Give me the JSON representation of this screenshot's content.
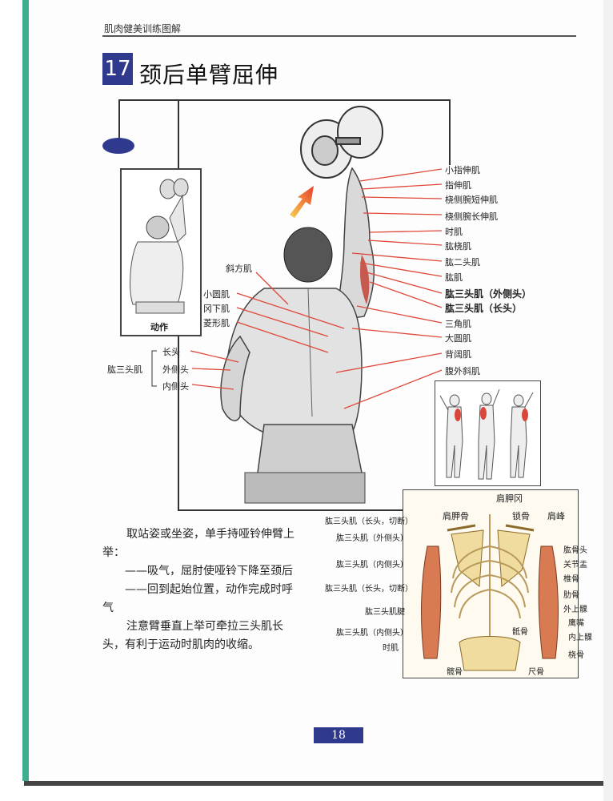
{
  "header": {
    "book_title": "肌肉健美训练图解"
  },
  "exercise": {
    "number": "17",
    "title": "颈后单臂屈伸"
  },
  "thumb": {
    "caption": "动作"
  },
  "muscle_labels_right": [
    "小指伸肌",
    "指伸肌",
    "桡侧腕短伸肌",
    "桡侧腕长伸肌",
    "时肌",
    "肱桡肌",
    "肱二头肌",
    "肱肌",
    "肱三头肌（外侧头）",
    "肱三头肌（长头）",
    "三角肌",
    "大圆肌",
    "背阔肌",
    "腹外斜肌"
  ],
  "muscle_labels_left": [
    "斜方肌",
    "小圆肌",
    "冈下肌",
    "菱形肌"
  ],
  "triceps_group": {
    "name": "肱三头肌",
    "heads": [
      "长头",
      "外侧头",
      "内侧头"
    ]
  },
  "instructions": {
    "lines": [
      "取站姿或坐姿，单手持哑铃伸臂上",
      "举：",
      "——吸气，屈肘使哑铃下降至颈后",
      "——回到起始位置，动作完成时呼",
      "气",
      "注意臂垂直上举可牵拉三头肌长",
      "头，有利于运动时肌肉的收缩。"
    ]
  },
  "anatomy": {
    "top_labels": [
      "肩胛冈",
      "肩胛骨",
      "锁骨",
      "肩峰"
    ],
    "left_labels": [
      "肱三头肌（长头，切断）",
      "肱三头肌（外侧头）",
      "肱三头肌（内侧头）",
      "肱三头肌（长头，切断）",
      "肱三头肌腱",
      "肱三头肌（内侧头）",
      "时肌"
    ],
    "right_labels": [
      "肱骨头",
      "关节盂",
      "椎骨",
      "肋骨",
      "外上髁",
      "鹰嘴",
      "内上髁",
      "桡骨"
    ],
    "bottom_labels": [
      "骶骨",
      "髋骨",
      "尺骨"
    ]
  },
  "page_number": "18",
  "colors": {
    "accent": "#2f3a8f",
    "spine": "#3fae8f",
    "leader": "#e0473a"
  }
}
